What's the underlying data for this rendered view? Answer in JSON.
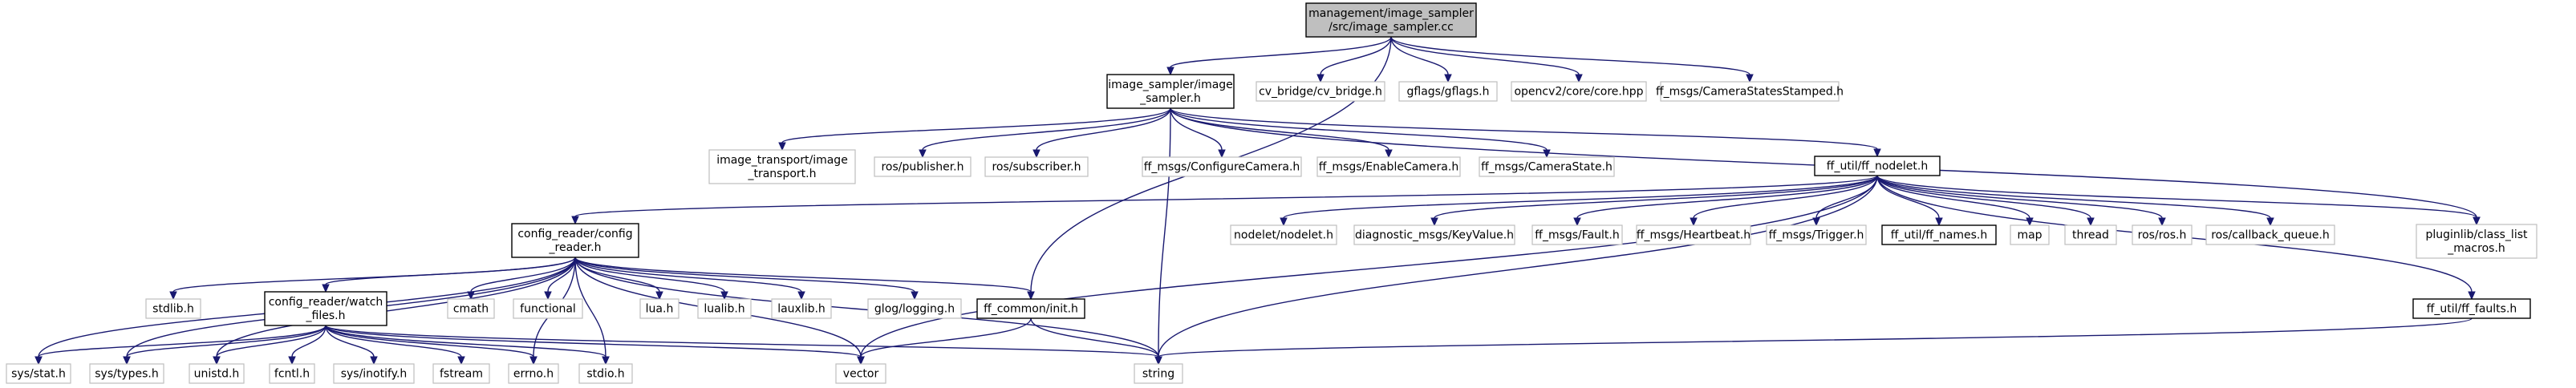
{
  "diagram": {
    "nodes": [
      {
        "id": "root",
        "lines": [
          "management/image_sampler",
          "/src/image_sampler.cc"
        ],
        "style": "root"
      },
      {
        "id": "image_sampler_h",
        "lines": [
          "image_sampler/image",
          "_sampler.h"
        ],
        "style": "linked"
      },
      {
        "id": "cv_bridge",
        "lines": [
          "cv_bridge/cv_bridge.h"
        ],
        "style": "external"
      },
      {
        "id": "gflags",
        "lines": [
          "gflags/gflags.h"
        ],
        "style": "external"
      },
      {
        "id": "opencv_core",
        "lines": [
          "opencv2/core/core.hpp"
        ],
        "style": "external"
      },
      {
        "id": "camera_states_stamped",
        "lines": [
          "ff_msgs/CameraStatesStamped.h"
        ],
        "style": "external"
      },
      {
        "id": "image_transport",
        "lines": [
          "image_transport/image",
          "_transport.h"
        ],
        "style": "external"
      },
      {
        "id": "ros_publisher",
        "lines": [
          "ros/publisher.h"
        ],
        "style": "external"
      },
      {
        "id": "ros_subscriber",
        "lines": [
          "ros/subscriber.h"
        ],
        "style": "external"
      },
      {
        "id": "configure_camera",
        "lines": [
          "ff_msgs/ConfigureCamera.h"
        ],
        "style": "external"
      },
      {
        "id": "enable_camera",
        "lines": [
          "ff_msgs/EnableCamera.h"
        ],
        "style": "external"
      },
      {
        "id": "camera_state",
        "lines": [
          "ff_msgs/CameraState.h"
        ],
        "style": "external"
      },
      {
        "id": "ff_nodelet",
        "lines": [
          "ff_util/ff_nodelet.h"
        ],
        "style": "linked"
      },
      {
        "id": "config_reader",
        "lines": [
          "config_reader/config",
          "_reader.h"
        ],
        "style": "linked"
      },
      {
        "id": "nodelet",
        "lines": [
          "nodelet/nodelet.h"
        ],
        "style": "external"
      },
      {
        "id": "key_value",
        "lines": [
          "diagnostic_msgs/KeyValue.h"
        ],
        "style": "external"
      },
      {
        "id": "fault",
        "lines": [
          "ff_msgs/Fault.h"
        ],
        "style": "external"
      },
      {
        "id": "heartbeat",
        "lines": [
          "ff_msgs/Heartbeat.h"
        ],
        "style": "external"
      },
      {
        "id": "trigger",
        "lines": [
          "ff_msgs/Trigger.h"
        ],
        "style": "external"
      },
      {
        "id": "ff_names",
        "lines": [
          "ff_util/ff_names.h"
        ],
        "style": "linked"
      },
      {
        "id": "map",
        "lines": [
          "map"
        ],
        "style": "external"
      },
      {
        "id": "thread",
        "lines": [
          "thread"
        ],
        "style": "external"
      },
      {
        "id": "ros_ros",
        "lines": [
          "ros/ros.h"
        ],
        "style": "external"
      },
      {
        "id": "callback_queue",
        "lines": [
          "ros/callback_queue.h"
        ],
        "style": "external"
      },
      {
        "id": "class_list_macros",
        "lines": [
          "pluginlib/class_list",
          "_macros.h"
        ],
        "style": "external"
      },
      {
        "id": "stdlib",
        "lines": [
          "stdlib.h"
        ],
        "style": "external"
      },
      {
        "id": "watch_files",
        "lines": [
          "config_reader/watch",
          "_files.h"
        ],
        "style": "linked"
      },
      {
        "id": "cmath",
        "lines": [
          "cmath"
        ],
        "style": "external"
      },
      {
        "id": "functional",
        "lines": [
          "functional"
        ],
        "style": "external"
      },
      {
        "id": "lua",
        "lines": [
          "lua.h"
        ],
        "style": "external"
      },
      {
        "id": "lualib",
        "lines": [
          "lualib.h"
        ],
        "style": "external"
      },
      {
        "id": "lauxlib",
        "lines": [
          "lauxlib.h"
        ],
        "style": "external"
      },
      {
        "id": "glog",
        "lines": [
          "glog/logging.h"
        ],
        "style": "external"
      },
      {
        "id": "ff_common_init",
        "lines": [
          "ff_common/init.h"
        ],
        "style": "linked"
      },
      {
        "id": "ff_faults",
        "lines": [
          "ff_util/ff_faults.h"
        ],
        "style": "linked"
      },
      {
        "id": "sys_stat",
        "lines": [
          "sys/stat.h"
        ],
        "style": "external"
      },
      {
        "id": "sys_types",
        "lines": [
          "sys/types.h"
        ],
        "style": "external"
      },
      {
        "id": "unistd",
        "lines": [
          "unistd.h"
        ],
        "style": "external"
      },
      {
        "id": "fcntl",
        "lines": [
          "fcntl.h"
        ],
        "style": "external"
      },
      {
        "id": "sys_inotify",
        "lines": [
          "sys/inotify.h"
        ],
        "style": "external"
      },
      {
        "id": "fstream",
        "lines": [
          "fstream"
        ],
        "style": "external"
      },
      {
        "id": "errno",
        "lines": [
          "errno.h"
        ],
        "style": "external"
      },
      {
        "id": "stdio",
        "lines": [
          "stdio.h"
        ],
        "style": "external"
      },
      {
        "id": "vector",
        "lines": [
          "vector"
        ],
        "style": "external"
      },
      {
        "id": "string",
        "lines": [
          "string"
        ],
        "style": "external"
      }
    ],
    "edges": [
      [
        "root",
        "image_sampler_h"
      ],
      [
        "root",
        "cv_bridge"
      ],
      [
        "root",
        "gflags"
      ],
      [
        "root",
        "opencv_core"
      ],
      [
        "root",
        "camera_states_stamped"
      ],
      [
        "root",
        "ff_common_init"
      ],
      [
        "image_sampler_h",
        "image_transport"
      ],
      [
        "image_sampler_h",
        "ros_publisher"
      ],
      [
        "image_sampler_h",
        "ros_subscriber"
      ],
      [
        "image_sampler_h",
        "configure_camera"
      ],
      [
        "image_sampler_h",
        "enable_camera"
      ],
      [
        "image_sampler_h",
        "camera_state"
      ],
      [
        "image_sampler_h",
        "ff_nodelet"
      ],
      [
        "image_sampler_h",
        "class_list_macros"
      ],
      [
        "image_sampler_h",
        "string"
      ],
      [
        "ff_nodelet",
        "config_reader"
      ],
      [
        "ff_nodelet",
        "nodelet"
      ],
      [
        "ff_nodelet",
        "key_value"
      ],
      [
        "ff_nodelet",
        "fault"
      ],
      [
        "ff_nodelet",
        "heartbeat"
      ],
      [
        "ff_nodelet",
        "trigger"
      ],
      [
        "ff_nodelet",
        "ff_names"
      ],
      [
        "ff_nodelet",
        "map"
      ],
      [
        "ff_nodelet",
        "thread"
      ],
      [
        "ff_nodelet",
        "ros_ros"
      ],
      [
        "ff_nodelet",
        "callback_queue"
      ],
      [
        "ff_nodelet",
        "class_list_macros"
      ],
      [
        "ff_nodelet",
        "ff_faults"
      ],
      [
        "ff_nodelet",
        "vector"
      ],
      [
        "ff_nodelet",
        "string"
      ],
      [
        "config_reader",
        "sys_stat"
      ],
      [
        "config_reader",
        "sys_types"
      ],
      [
        "config_reader",
        "stdlib"
      ],
      [
        "config_reader",
        "unistd"
      ],
      [
        "config_reader",
        "watch_files"
      ],
      [
        "config_reader",
        "cmath"
      ],
      [
        "config_reader",
        "functional"
      ],
      [
        "config_reader",
        "lua"
      ],
      [
        "config_reader",
        "lualib"
      ],
      [
        "config_reader",
        "lauxlib"
      ],
      [
        "config_reader",
        "glog"
      ],
      [
        "config_reader",
        "ff_common_init"
      ],
      [
        "config_reader",
        "errno"
      ],
      [
        "config_reader",
        "stdio"
      ],
      [
        "config_reader",
        "vector"
      ],
      [
        "config_reader",
        "string"
      ],
      [
        "watch_files",
        "sys_stat"
      ],
      [
        "watch_files",
        "sys_types"
      ],
      [
        "watch_files",
        "unistd"
      ],
      [
        "watch_files",
        "fcntl"
      ],
      [
        "watch_files",
        "sys_inotify"
      ],
      [
        "watch_files",
        "fstream"
      ],
      [
        "watch_files",
        "errno"
      ],
      [
        "watch_files",
        "stdio"
      ],
      [
        "watch_files",
        "vector"
      ],
      [
        "watch_files",
        "string"
      ],
      [
        "ff_common_init",
        "vector"
      ],
      [
        "ff_common_init",
        "string"
      ],
      [
        "ff_faults",
        "string"
      ]
    ]
  }
}
